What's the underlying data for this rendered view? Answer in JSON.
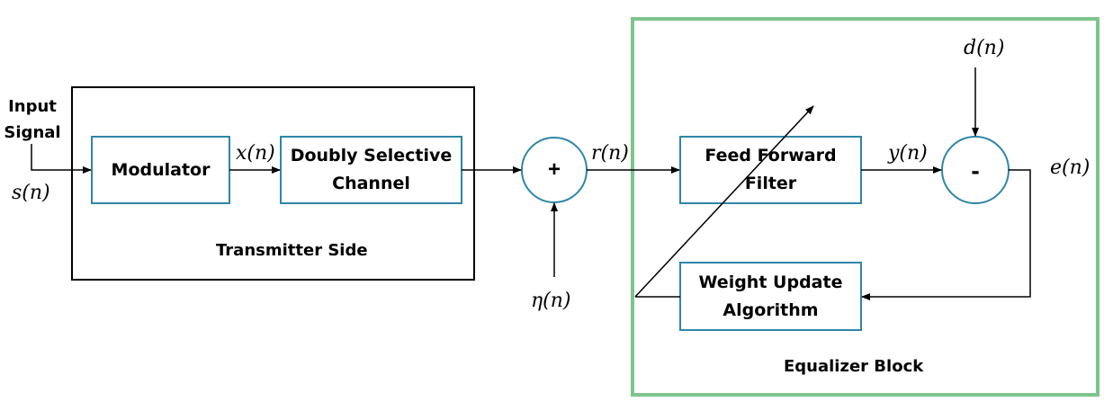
{
  "colors": {
    "block_border": "#2e86a8",
    "equalizer_border": "#7dc48d",
    "line": "#000000"
  },
  "labels": {
    "input_signal": "Input Signal",
    "input_signal_line1": "Input",
    "input_signal_line2": "Signal",
    "transmitter_side": "Transmitter Side",
    "equalizer_block": "Equalizer Block"
  },
  "blocks": {
    "modulator": "Modulator",
    "channel_line1": "Doubly Selective",
    "channel_line2": "Channel",
    "ff_filter_line1": "Feed Forward",
    "ff_filter_line2": "Filter",
    "weight_update_line1": "Weight Update",
    "weight_update_line2": "Algorithm"
  },
  "operators": {
    "adder": "+",
    "subtractor": "-"
  },
  "signals": {
    "s": "s(n)",
    "x": "x(n)",
    "r": "r(n)",
    "eta": "η(n)",
    "y": "y(n)",
    "d": "d(n)",
    "e": "e(n)"
  }
}
